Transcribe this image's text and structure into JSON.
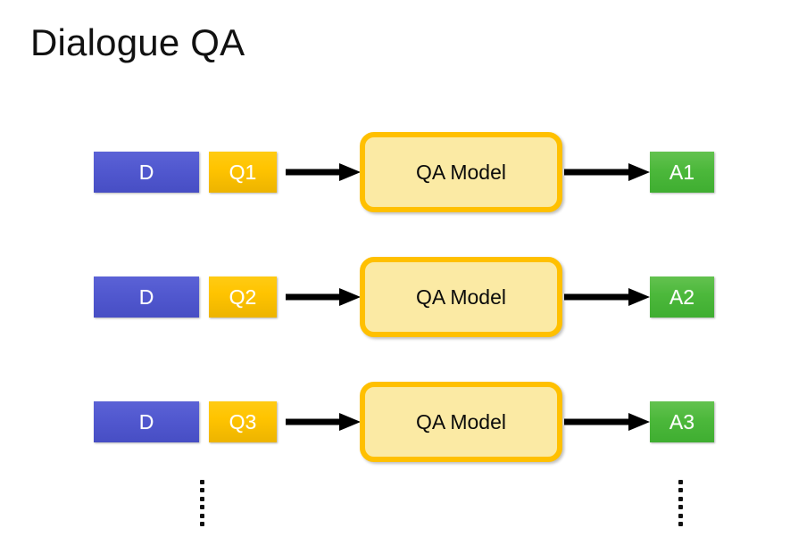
{
  "slide": {
    "title": "Dialogue QA",
    "background_color": "#ffffff"
  },
  "palette": {
    "document_box": "#5158cf",
    "question_box": "#ffc400",
    "model_fill": "#fbeaa4",
    "model_border": "#ffc000",
    "answer_box": "#4cb83b",
    "arrow": "#000000",
    "title_text": "#111111"
  },
  "rows": [
    {
      "document_label": "D",
      "question_label": "Q1",
      "arrow_in": "arrow-right-icon",
      "model_label": "QA Model",
      "arrow_out": "arrow-right-icon",
      "answer_label": "A1"
    },
    {
      "document_label": "D",
      "question_label": "Q2",
      "arrow_in": "arrow-right-icon",
      "model_label": "QA Model",
      "arrow_out": "arrow-right-icon",
      "answer_label": "A2"
    },
    {
      "document_label": "D",
      "question_label": "Q3",
      "arrow_in": "arrow-right-icon",
      "model_label": "QA Model",
      "arrow_out": "arrow-right-icon",
      "answer_label": "A3"
    }
  ],
  "continuation": {
    "left": {
      "icon": "vertical-ellipsis-icon",
      "dot_count": 6
    },
    "right": {
      "icon": "vertical-ellipsis-icon",
      "dot_count": 6
    }
  }
}
